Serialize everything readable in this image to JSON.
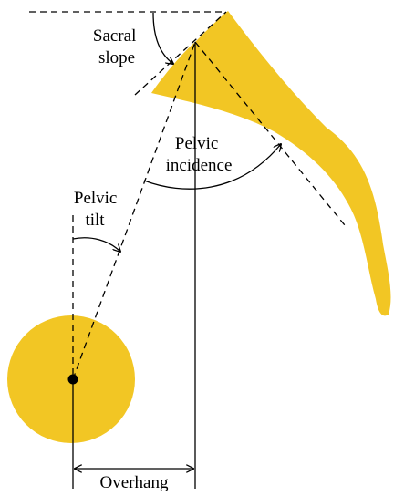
{
  "labels": {
    "sacral_slope_line1": "Sacral",
    "sacral_slope_line2": "slope",
    "pelvic_incidence_line1": "Pelvic",
    "pelvic_incidence_line2": "incidence",
    "pelvic_tilt_line1": "Pelvic",
    "pelvic_tilt_line2": "tilt",
    "overhang": "Overhang"
  },
  "colors": {
    "bone": "#f2c624",
    "line": "#000000",
    "background": "#ffffff"
  }
}
